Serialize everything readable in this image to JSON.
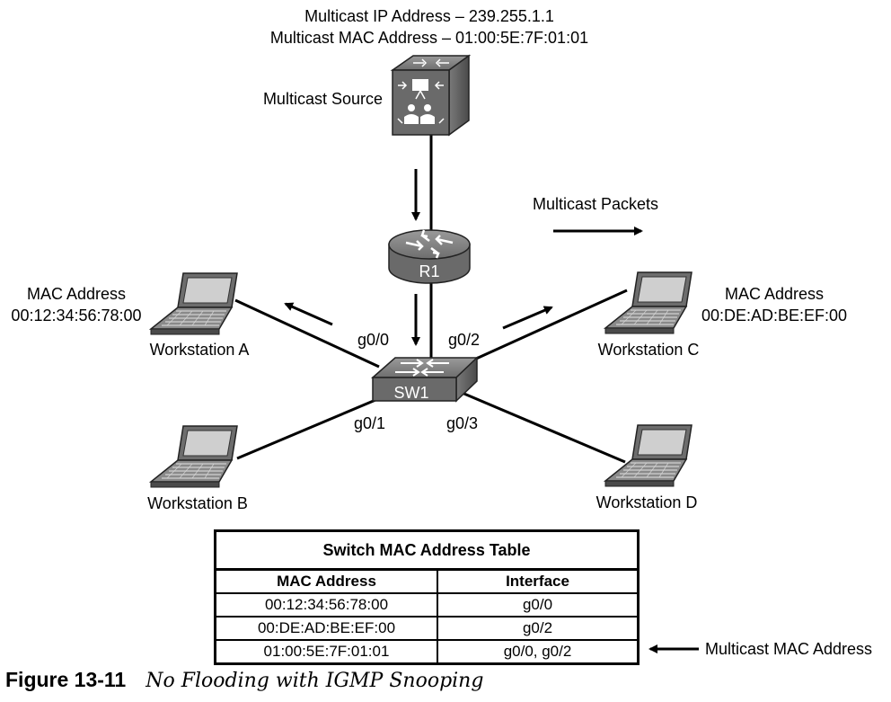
{
  "multicast_info": {
    "ip_line": "Multicast IP Address – 239.255.1.1",
    "mac_line": "Multicast MAC Address – 01:00:5E:7F:01:01"
  },
  "source": {
    "label": "Multicast Source"
  },
  "router": {
    "label": "R1"
  },
  "switch": {
    "label": "SW1",
    "ports": {
      "g00": "g0/0",
      "g01": "g0/1",
      "g02": "g0/2",
      "g03": "g0/3"
    }
  },
  "packets_legend": {
    "label": "Multicast Packets"
  },
  "workstations": {
    "a": {
      "label": "Workstation A",
      "mac_title": "MAC Address",
      "mac": "00:12:34:56:78:00"
    },
    "b": {
      "label": "Workstation B"
    },
    "c": {
      "label": "Workstation C",
      "mac_title": "MAC Address",
      "mac": "00:DE:AD:BE:EF:00"
    },
    "d": {
      "label": "Workstation D"
    }
  },
  "mac_table": {
    "title": "Switch MAC Address Table",
    "headers": [
      "MAC Address",
      "Interface"
    ],
    "rows": [
      [
        "00:12:34:56:78:00",
        "g0/0"
      ],
      [
        "00:DE:AD:BE:EF:00",
        "g0/2"
      ],
      [
        "01:00:5E:7F:01:01",
        "g0/0, g0/2"
      ]
    ],
    "pointer_label": "Multicast MAC Address"
  },
  "figure": {
    "number": "Figure 13-11",
    "title": "No Flooding with IGMP Snooping"
  }
}
